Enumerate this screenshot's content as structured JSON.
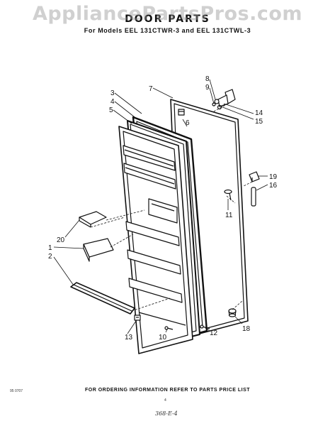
{
  "watermark": "AppliancePartsPros.com",
  "title": "DOOR PARTS",
  "subtitle": "For Models EEL 131CTWR-3 and EEL 131CTWL-3",
  "part_labels": [
    "1",
    "2",
    "3",
    "4",
    "5",
    "6",
    "7",
    "8",
    "9",
    "10",
    "11",
    "12",
    "13",
    "14",
    "15",
    "16",
    "18",
    "19",
    "20"
  ],
  "footer": "FOR ORDERING INFORMATION REFER TO PARTS PRICE LIST",
  "code": "95 0707",
  "page_number": "4",
  "handwritten_note": "368-E-4"
}
